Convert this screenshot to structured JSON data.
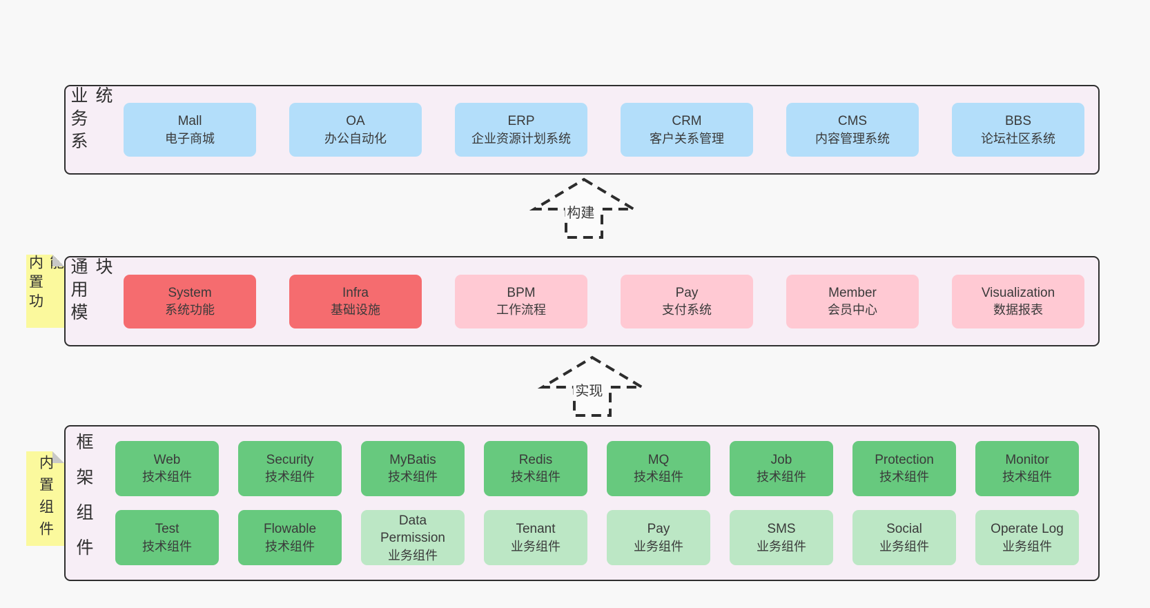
{
  "palette": {
    "page_background": "#f8f8f8",
    "band_background": "#f7eef6",
    "band_border": "#2f2f2f",
    "blue_box": "#b3defa",
    "red_box": "#f56c6f",
    "pink_box": "#ffc9d3",
    "green_box": "#67c97e",
    "light_green_box": "#bce7c5",
    "sticky_note": "#fbf99d",
    "note_fold": "#c8c8c8",
    "text": "#3a3a3a"
  },
  "bands": [
    {
      "label": "业务系统",
      "boxes": [
        {
          "title": "Mall",
          "subtitle": "电子商城"
        },
        {
          "title": "OA",
          "subtitle": "办公自动化"
        },
        {
          "title": "ERP",
          "subtitle": "企业资源计划系统"
        },
        {
          "title": "CRM",
          "subtitle": "客户关系管理"
        },
        {
          "title": "CMS",
          "subtitle": "内容管理系统"
        },
        {
          "title": "BBS",
          "subtitle": "论坛社区系统"
        }
      ]
    },
    {
      "label": "通用模块",
      "note": "内置功能",
      "boxes": [
        {
          "title": "System",
          "subtitle": "系统功能"
        },
        {
          "title": "Infra",
          "subtitle": "基础设施"
        },
        {
          "title": "BPM",
          "subtitle": "工作流程"
        },
        {
          "title": "Pay",
          "subtitle": "支付系统"
        },
        {
          "title": "Member",
          "subtitle": "会员中心"
        },
        {
          "title": "Visualization",
          "subtitle": "数据报表"
        }
      ]
    },
    {
      "label": "框架组件",
      "note": "内置组件",
      "rows": [
        [
          {
            "title": "Web",
            "subtitle": "技术组件"
          },
          {
            "title": "Security",
            "subtitle": "技术组件"
          },
          {
            "title": "MyBatis",
            "subtitle": "技术组件"
          },
          {
            "title": "Redis",
            "subtitle": "技术组件"
          },
          {
            "title": "MQ",
            "subtitle": "技术组件"
          },
          {
            "title": "Job",
            "subtitle": "技术组件"
          },
          {
            "title": "Protection",
            "subtitle": "技术组件"
          },
          {
            "title": "Monitor",
            "subtitle": "技术组件"
          }
        ],
        [
          {
            "title": "Test",
            "subtitle": "技术组件"
          },
          {
            "title": "Flowable",
            "subtitle": "技术组件"
          },
          {
            "title": "Data Permission",
            "subtitle": "业务组件"
          },
          {
            "title": "Tenant",
            "subtitle": "业务组件"
          },
          {
            "title": "Pay",
            "subtitle": "业务组件"
          },
          {
            "title": "SMS",
            "subtitle": "业务组件"
          },
          {
            "title": "Social",
            "subtitle": "业务组件"
          },
          {
            "title": "Operate Log",
            "subtitle": "业务组件"
          }
        ]
      ]
    }
  ],
  "arrows": [
    {
      "label": "构建"
    },
    {
      "label": "实现"
    }
  ]
}
